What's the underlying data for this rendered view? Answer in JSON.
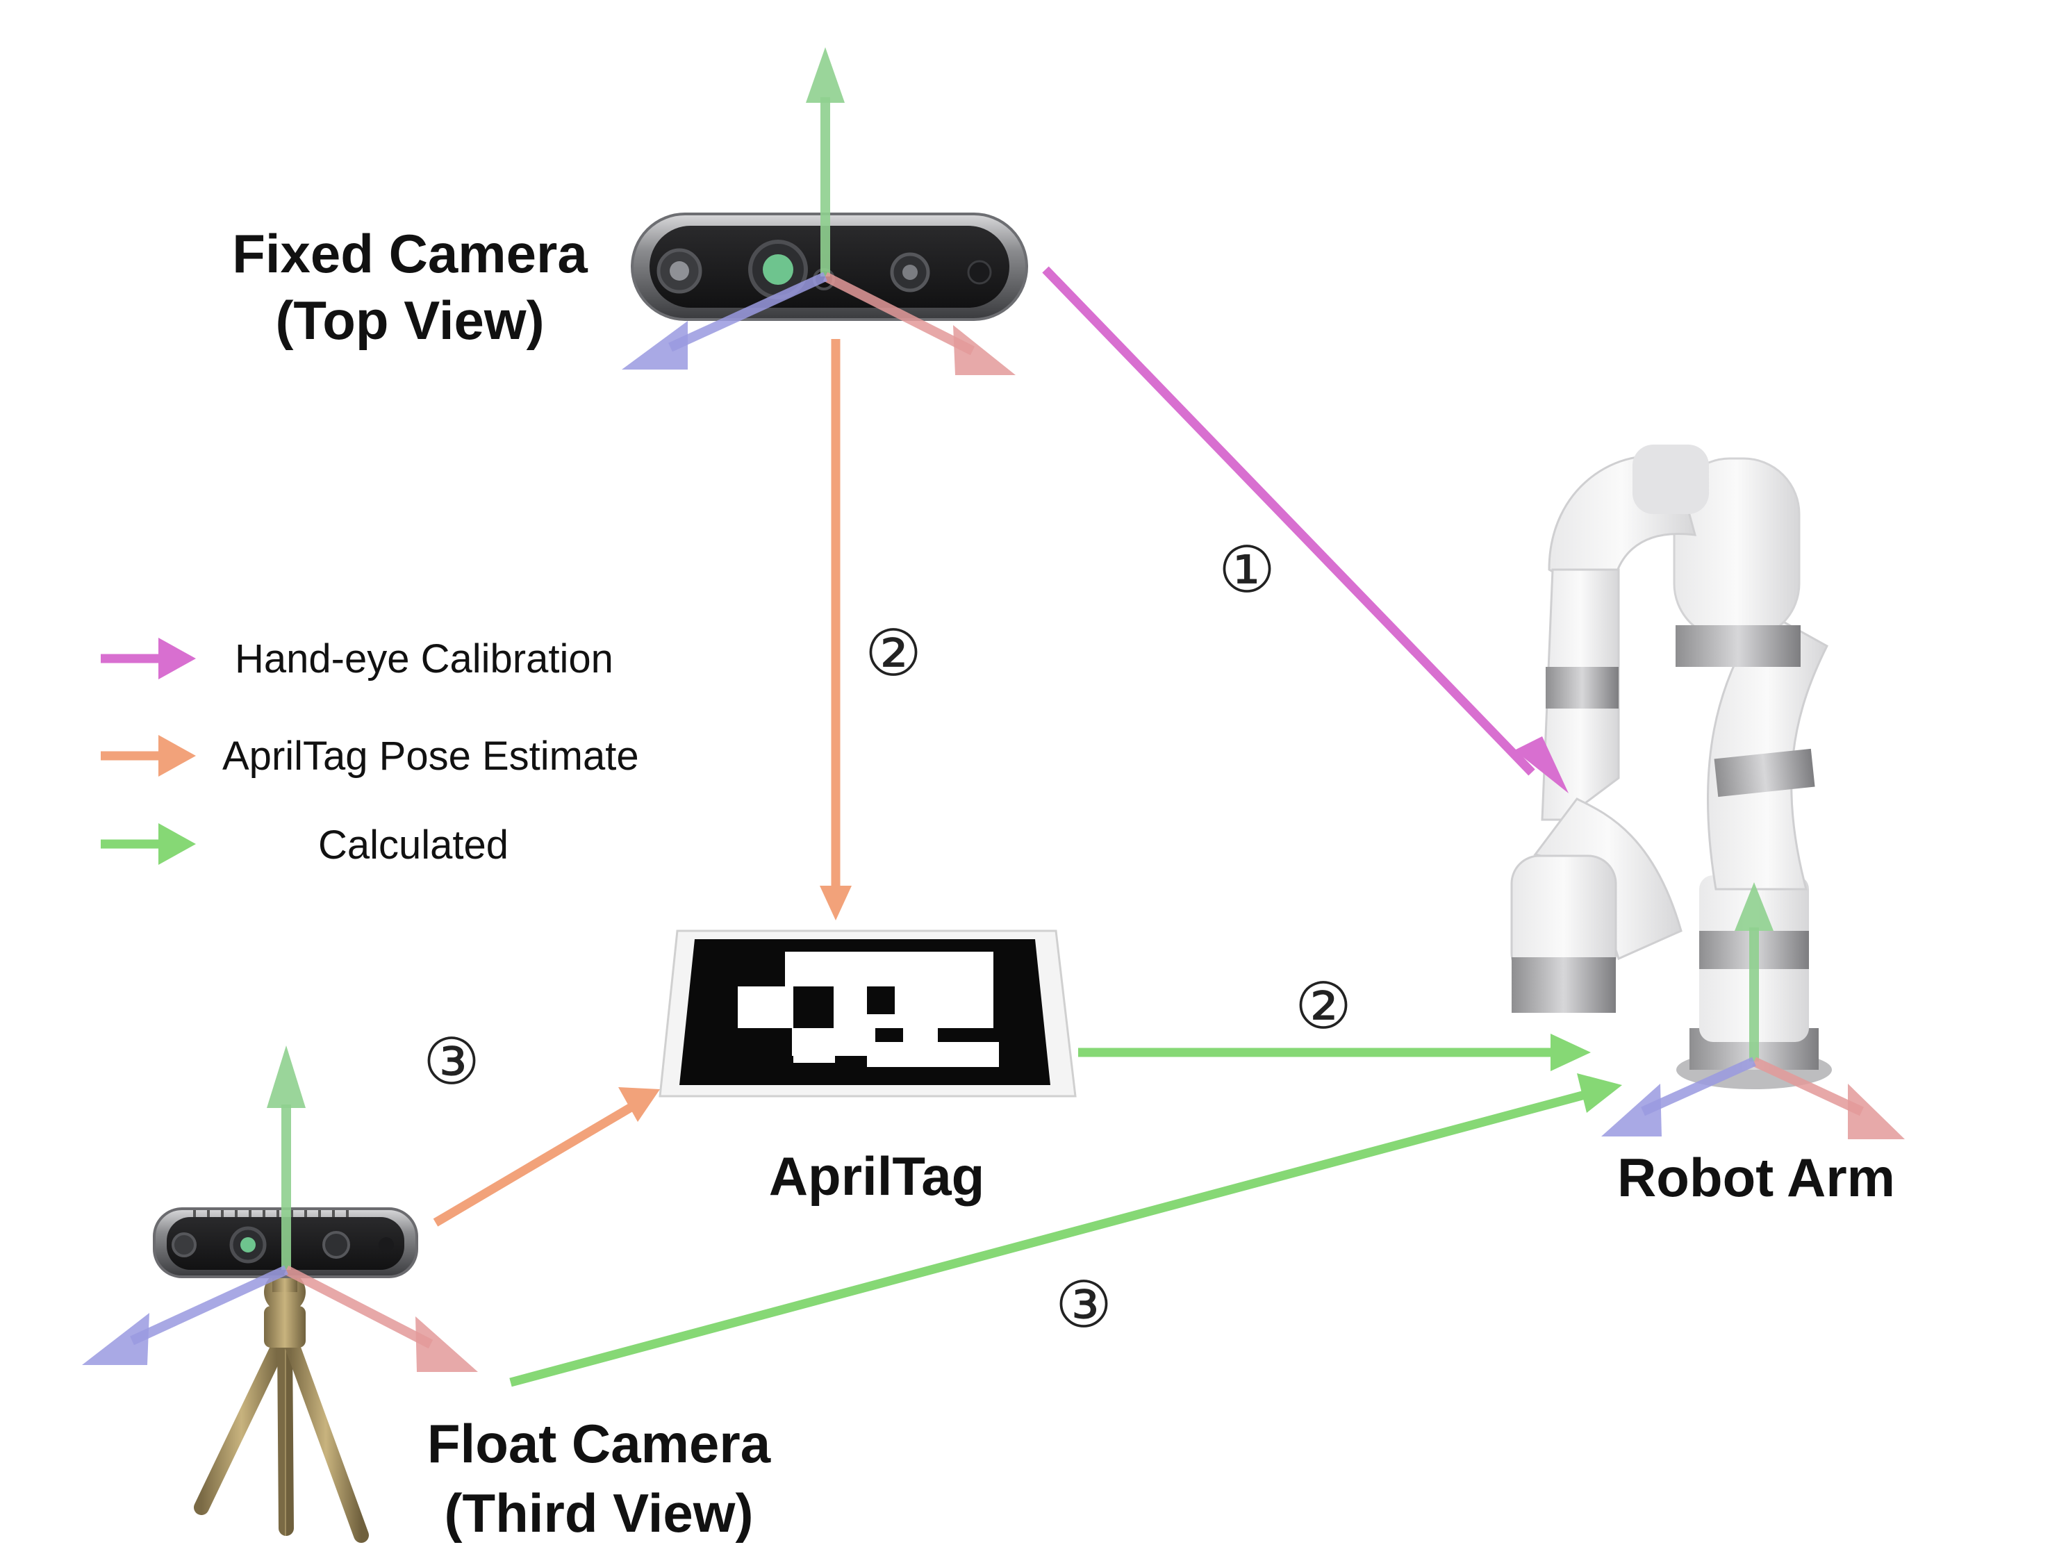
{
  "nodes": {
    "fixed_camera": {
      "line1": "Fixed Camera",
      "line2": "(Top View)"
    },
    "float_camera": {
      "line1": "Float Camera",
      "line2": "(Third View)"
    },
    "apriltag": {
      "label": "AprilTag"
    },
    "robot_arm": {
      "label": "Robot Arm"
    }
  },
  "legend": [
    {
      "label": "Hand-eye Calibration",
      "color": "#d86fd0"
    },
    {
      "label": "AprilTag Pose Estimate",
      "color": "#f2a27a"
    },
    {
      "label": "Calculated",
      "color": "#86d875"
    }
  ],
  "edges": [
    {
      "from": "fixed_camera",
      "to": "robot_arm",
      "type": "Hand-eye Calibration",
      "step": "①"
    },
    {
      "from": "fixed_camera",
      "to": "apriltag",
      "type": "AprilTag Pose Estimate",
      "step": "②"
    },
    {
      "from": "apriltag",
      "to": "robot_arm",
      "type": "Calculated",
      "step": "②"
    },
    {
      "from": "float_camera",
      "to": "apriltag",
      "type": "AprilTag Pose Estimate",
      "step": "③"
    },
    {
      "from": "float_camera",
      "to": "robot_arm",
      "type": "Calculated",
      "step": "③"
    }
  ],
  "axis_colors": {
    "x": "#e39a9a",
    "y": "#8fd08f",
    "z": "#9a9ae0"
  }
}
